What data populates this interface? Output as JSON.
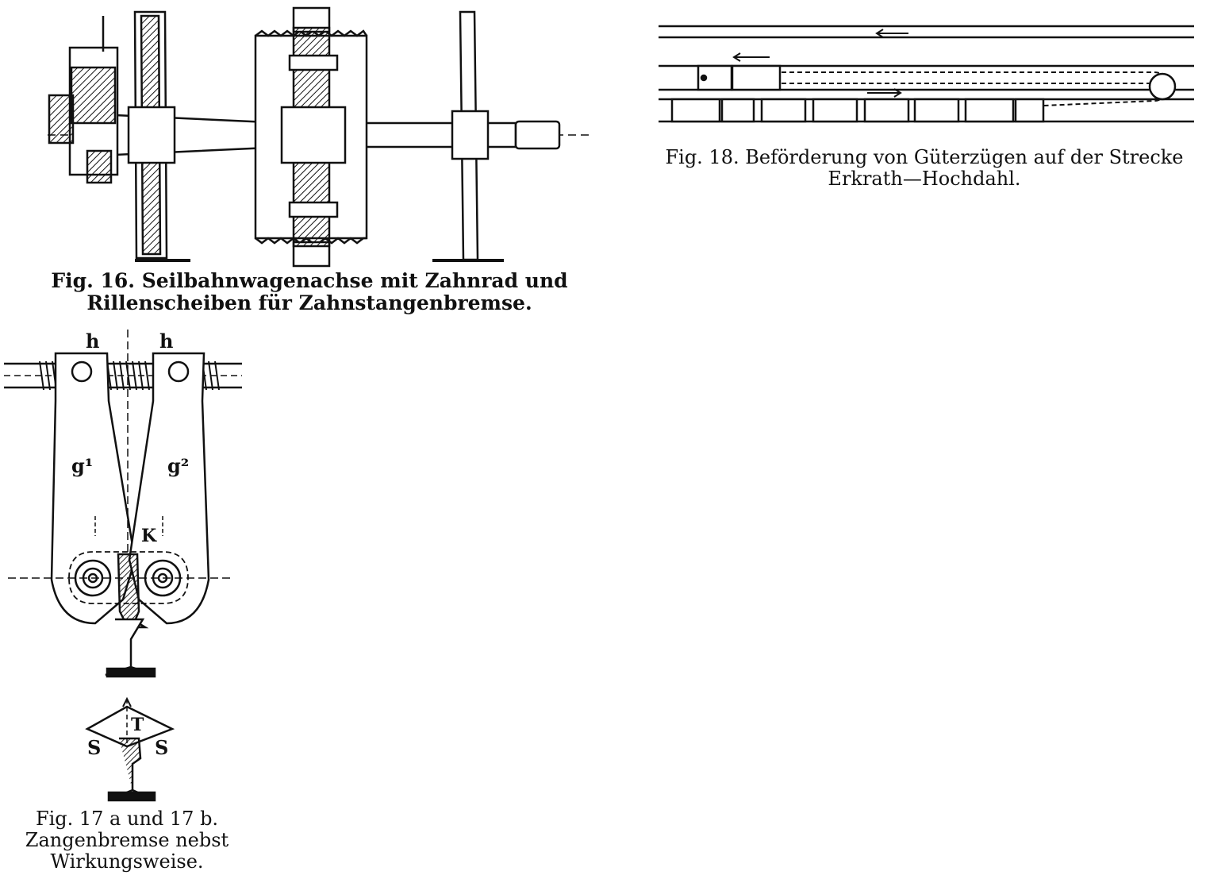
{
  "figures": {
    "fig16": {
      "caption_line1": "Fig. 16.   Seilbahnwagenachse mit Zahnrad und",
      "caption_line2": "Rillenscheiben für Zahnstangenbremse."
    },
    "fig17": {
      "labels": {
        "h_left": "h",
        "h_right": "h",
        "g1": "g¹",
        "g2": "g²",
        "K": "K",
        "T": "T",
        "S_left": "S",
        "S_right": "S"
      },
      "caption_line1": "Fig. 17 a  und  17 b.",
      "caption_line2": "Zangenbremse nebst",
      "caption_line3": "Wirkungsweise."
    },
    "fig18": {
      "caption_line1": "Fig. 18.  Beförderung von Güterzügen auf der Strecke",
      "caption_line2": "Erkrath—Hochdahl."
    }
  },
  "colors": {
    "ink": "#111111",
    "paper": "#ffffff"
  }
}
